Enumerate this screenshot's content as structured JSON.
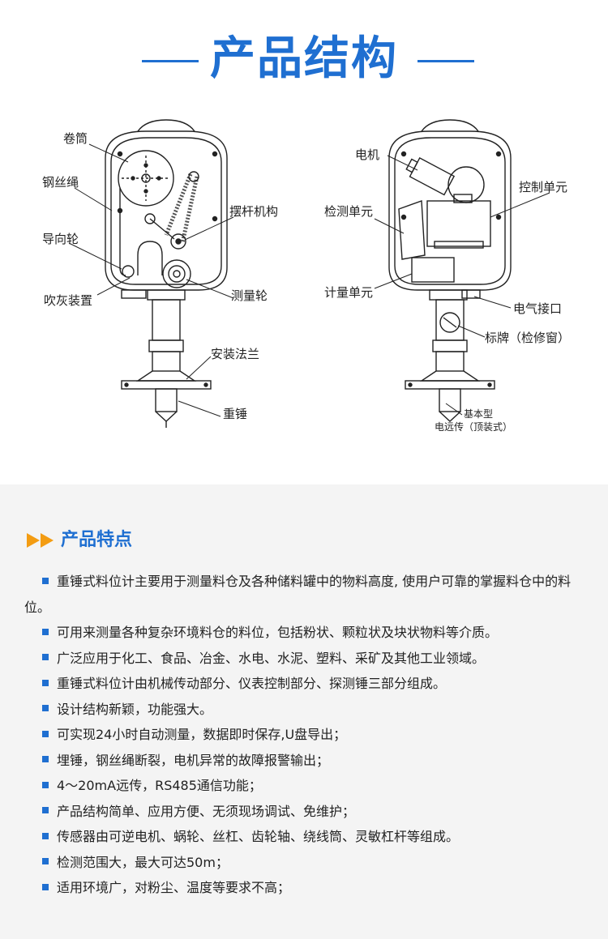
{
  "header": {
    "title": "产品结构"
  },
  "diagram_labels": {
    "drum": "卷筒",
    "wire_rope": "钢丝绳",
    "guide_wheel": "导向轮",
    "blower": "吹灰装置",
    "swing_rod": "摆杆机构",
    "measuring_wheel": "测量轮",
    "mount_flange": "安装法兰",
    "heavy_hammer": "重锤",
    "motor": "电机",
    "control_unit": "控制单元",
    "detection_unit": "检测单元",
    "metering_unit": "计量单元",
    "electric_port": "电气接口",
    "nameplate": "标牌（检修窗）",
    "basic_type": "基本型",
    "remote_type": "电远传（顶装式）"
  },
  "features": {
    "title": "产品特点",
    "items": [
      "重锤式料位计主要用于测量料仓及各种储料罐中的物料高度, 使用户可靠的掌握料仓中的料位。",
      "可用来测量各种复杂环境料仓的料位，包括粉状、颗粒状及块状物料等介质。",
      "广泛应用于化工、食品、冶金、水电、水泥、塑料、采矿及其他工业领域。",
      "重锤式料位计由机械传动部分、仪表控制部分、探测锤三部分组成。",
      "设计结构新颖，功能强大。",
      "可实现24小时自动测量，数据即时保存,U盘导出；",
      "埋锤，钢丝绳断裂，电机异常的故障报警输出；",
      "4～20mA远传，RS485通信功能；",
      "产品结构简单、应用方便、无须现场调试、免维护；",
      "传感器由可逆电机、蜗轮、丝杠、齿轮轴、绕线筒、灵敏杠杆等组成。",
      "检测范围大，最大可达50m；",
      "适用环境广，对粉尘、温度等要求不高；"
    ]
  },
  "colors": {
    "accent": "#1f6fd1",
    "bullet_arrow": "#f39c12",
    "features_bg": "#f4f4f4"
  }
}
